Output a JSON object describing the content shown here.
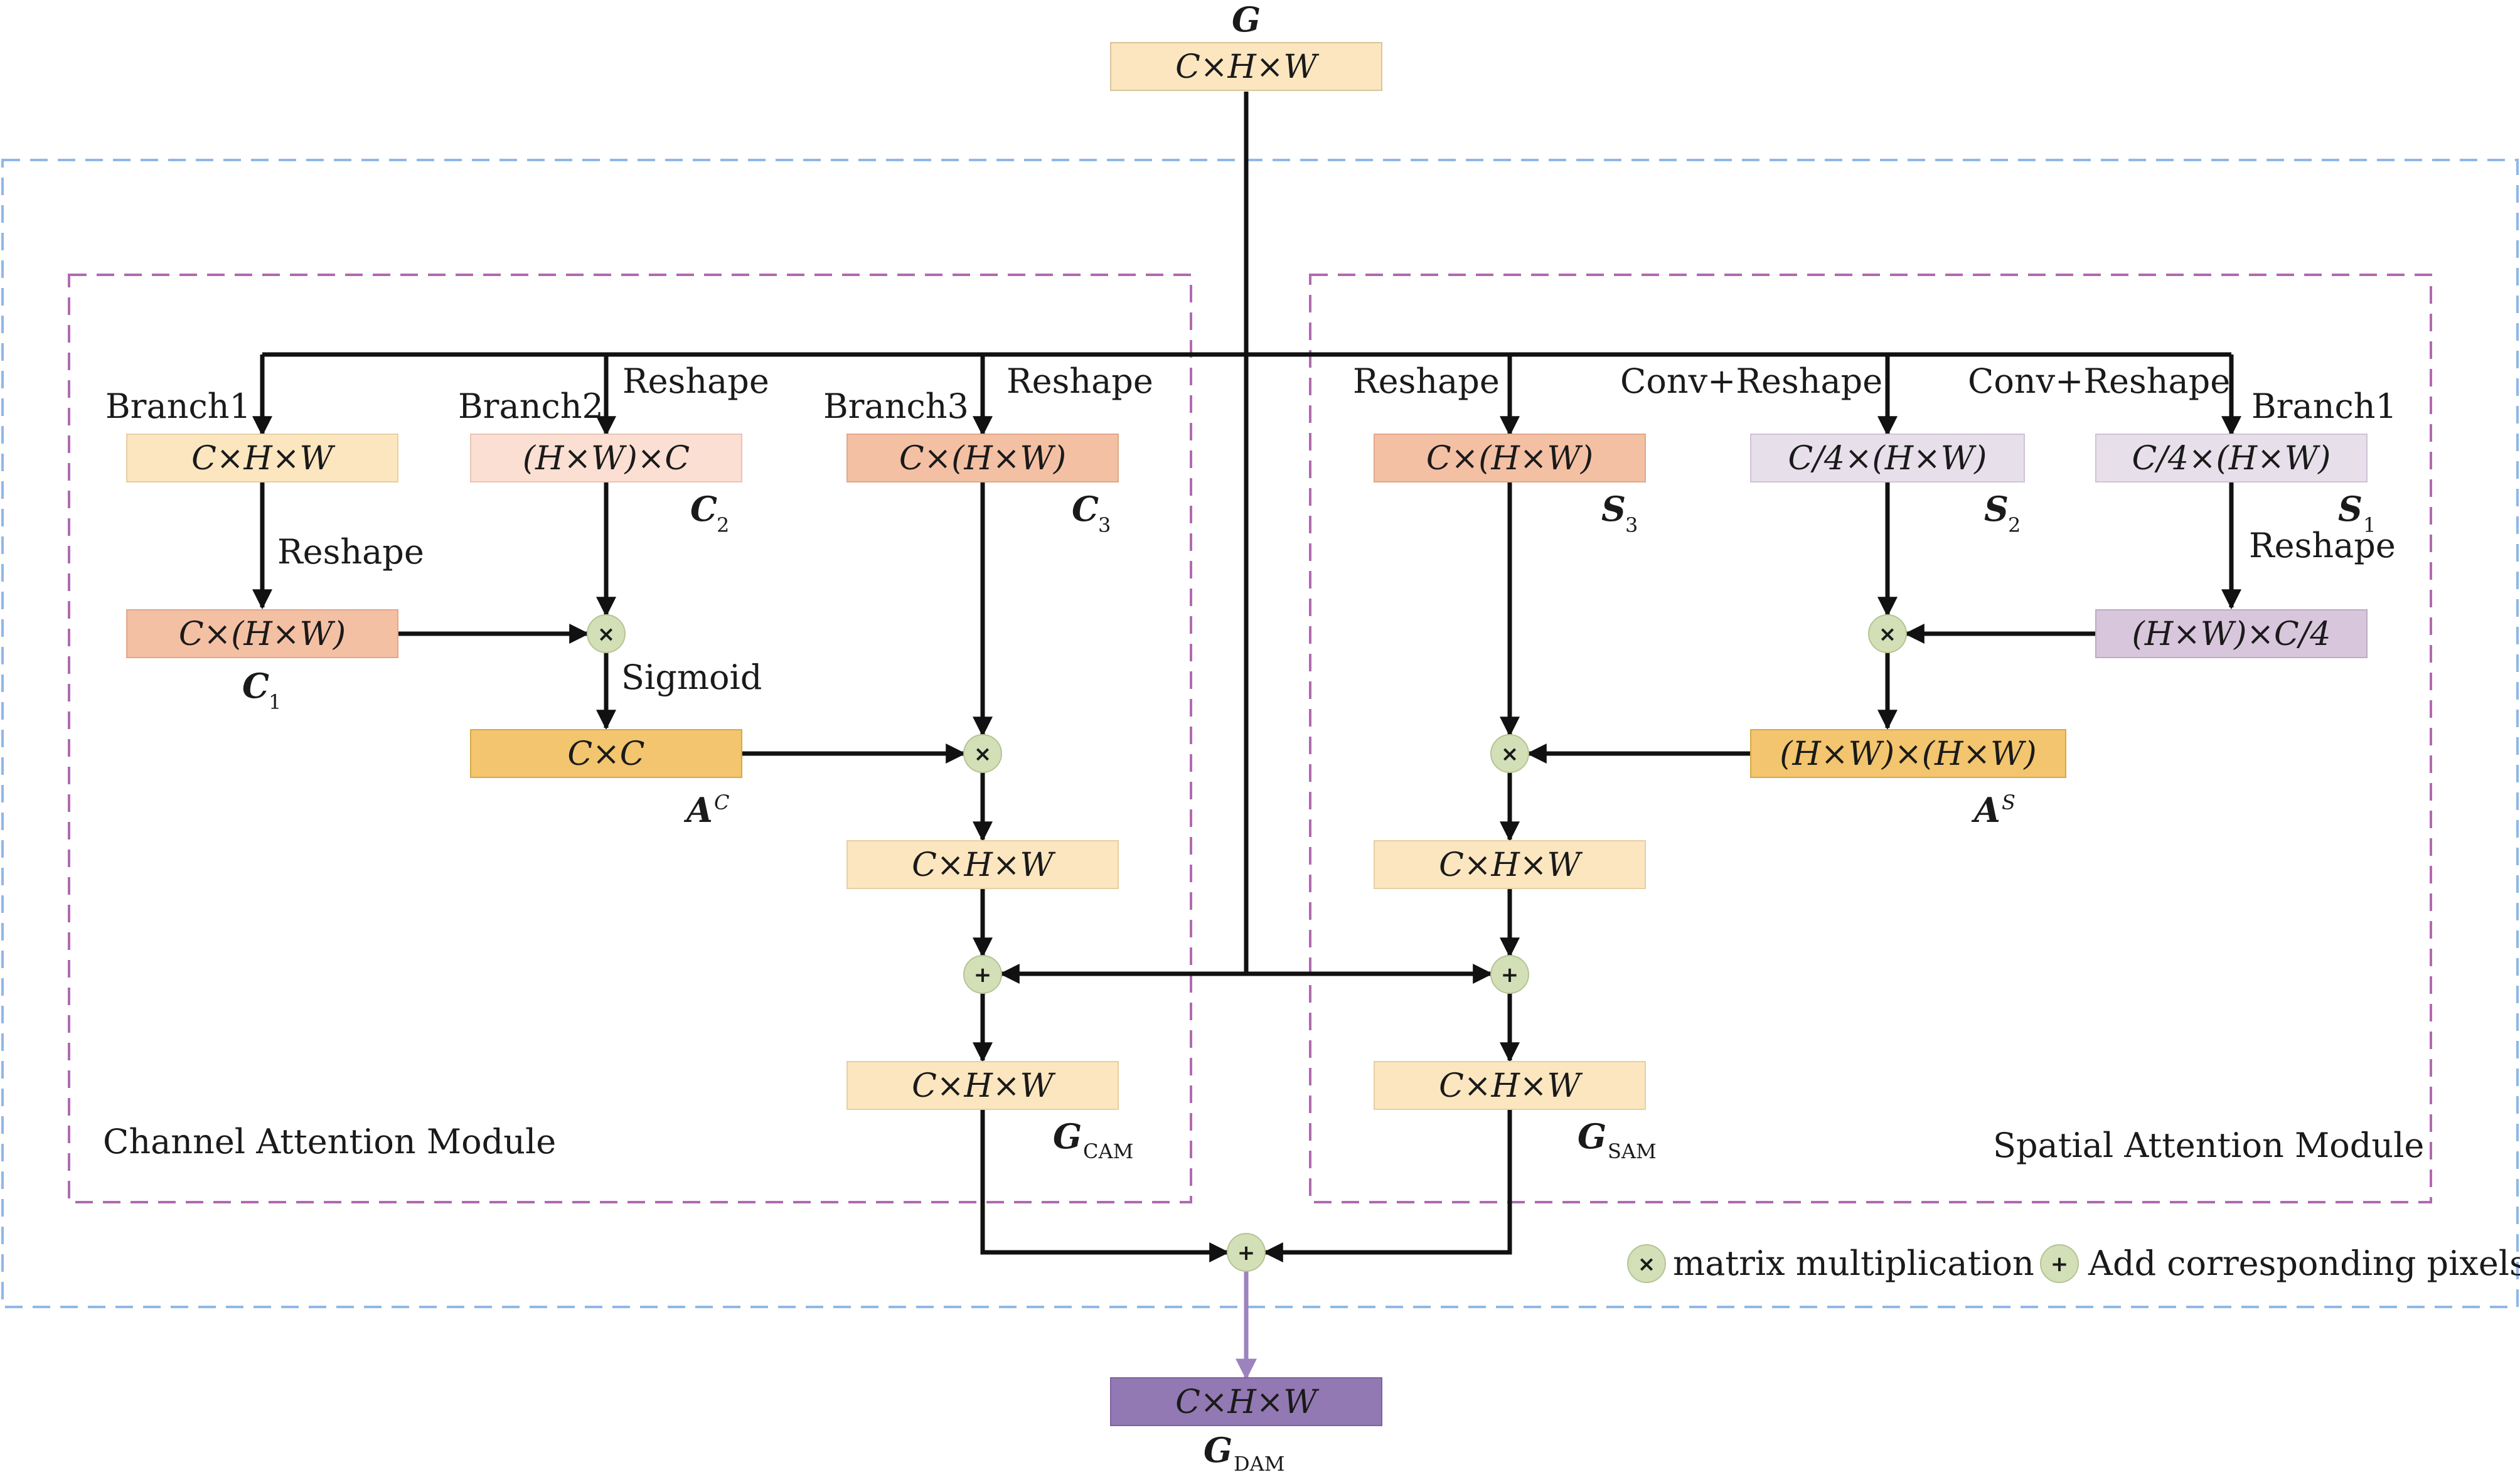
{
  "colors": {
    "box_light": "#fbe6c0",
    "box_pale_salmon": "#fbdfd3",
    "box_salmon": "#f4c0a4",
    "box_orange": "#f2c56e",
    "box_lilac_light": "#e7dfea",
    "box_lilac": "#d8c6dc",
    "box_purple": "#9379b3",
    "op_circle": "#d3dfb7",
    "dash_blue": "#8fb8e6",
    "dash_purple": "#b06ab0",
    "arrow_purple": "#9d83bd"
  },
  "input": {
    "symbol": "G",
    "dims": "C×H×W"
  },
  "channel_module": {
    "title": "Channel Attention Module",
    "branch1_label": "Branch1",
    "branch2_label": "Branch2",
    "branch3_label": "Branch3",
    "reshape_b2": "Reshape",
    "reshape_b3": "Reshape",
    "reshape_b1": "Reshape",
    "sigmoid_label": "Sigmoid",
    "b1_dims": "C×H×W",
    "c1_dims": "C×(H×W)",
    "c2_dims": "(H×W)×C",
    "c3_dims": "C×(H×W)",
    "ac_dims": "C×C",
    "mid_dims": "C×H×W",
    "out_dims": "C×H×W",
    "c1_sym": "C",
    "c1_sub": "1",
    "c2_sym": "C",
    "c2_sub": "2",
    "c3_sym": "C",
    "c3_sub": "3",
    "ac_sym": "A",
    "ac_sup": "C",
    "out_sym": "G",
    "out_sub": "CAM"
  },
  "spatial_module": {
    "title": "Spatial Attention Module",
    "reshape_s3": "Reshape",
    "conv_s2": "Conv+Reshape",
    "conv_s1": "Conv+Reshape",
    "branch1_label": "Branch1",
    "reshape_s1": "Reshape",
    "s3_dims": "C×(H×W)",
    "s2_dims": "C/4×(H×W)",
    "s1_dims": "C/4×(H×W)",
    "s1r_dims": "(H×W)×C/4",
    "as_dims": "(H×W)×(H×W)",
    "mid_dims": "C×H×W",
    "out_dims": "C×H×W",
    "s3_sym": "S",
    "s3_sub": "3",
    "s2_sym": "S",
    "s2_sub": "2",
    "s1_sym": "S",
    "s1_sub": "1",
    "as_sym": "A",
    "as_sup": "S",
    "out_sym": "G",
    "out_sub": "SAM"
  },
  "output": {
    "dims": "C×H×W",
    "symbol": "G",
    "sub": "DAM"
  },
  "legend": {
    "mult_icon": "×",
    "mult_label": "matrix multiplication",
    "add_icon": "+",
    "add_label": "Add corresponding pixels"
  }
}
